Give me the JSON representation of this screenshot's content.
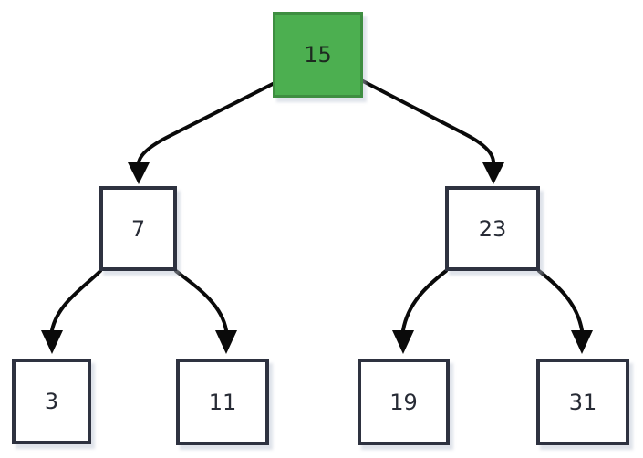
{
  "diagram": {
    "type": "binary-tree",
    "nodes": [
      {
        "id": "15",
        "label": "15",
        "role": "root",
        "highlighted": true
      },
      {
        "id": "7",
        "label": "7",
        "role": "internal",
        "highlighted": false
      },
      {
        "id": "23",
        "label": "23",
        "role": "internal",
        "highlighted": false
      },
      {
        "id": "3",
        "label": "3",
        "role": "leaf",
        "highlighted": false
      },
      {
        "id": "11",
        "label": "11",
        "role": "leaf",
        "highlighted": false
      },
      {
        "id": "19",
        "label": "19",
        "role": "leaf",
        "highlighted": false
      },
      {
        "id": "31",
        "label": "31",
        "role": "leaf",
        "highlighted": false
      }
    ],
    "edges": [
      {
        "from": "15",
        "to": "7"
      },
      {
        "from": "15",
        "to": "23"
      },
      {
        "from": "7",
        "to": "3"
      },
      {
        "from": "7",
        "to": "11"
      },
      {
        "from": "23",
        "to": "19"
      },
      {
        "from": "23",
        "to": "31"
      }
    ],
    "colors": {
      "root_fill": "#4caf50",
      "root_border": "#3e8e41",
      "node_fill": "#ffffff",
      "node_border": "#2e3240",
      "arrow": "#0a0a0a",
      "text": "#272b35",
      "background": "#ffffff"
    }
  }
}
